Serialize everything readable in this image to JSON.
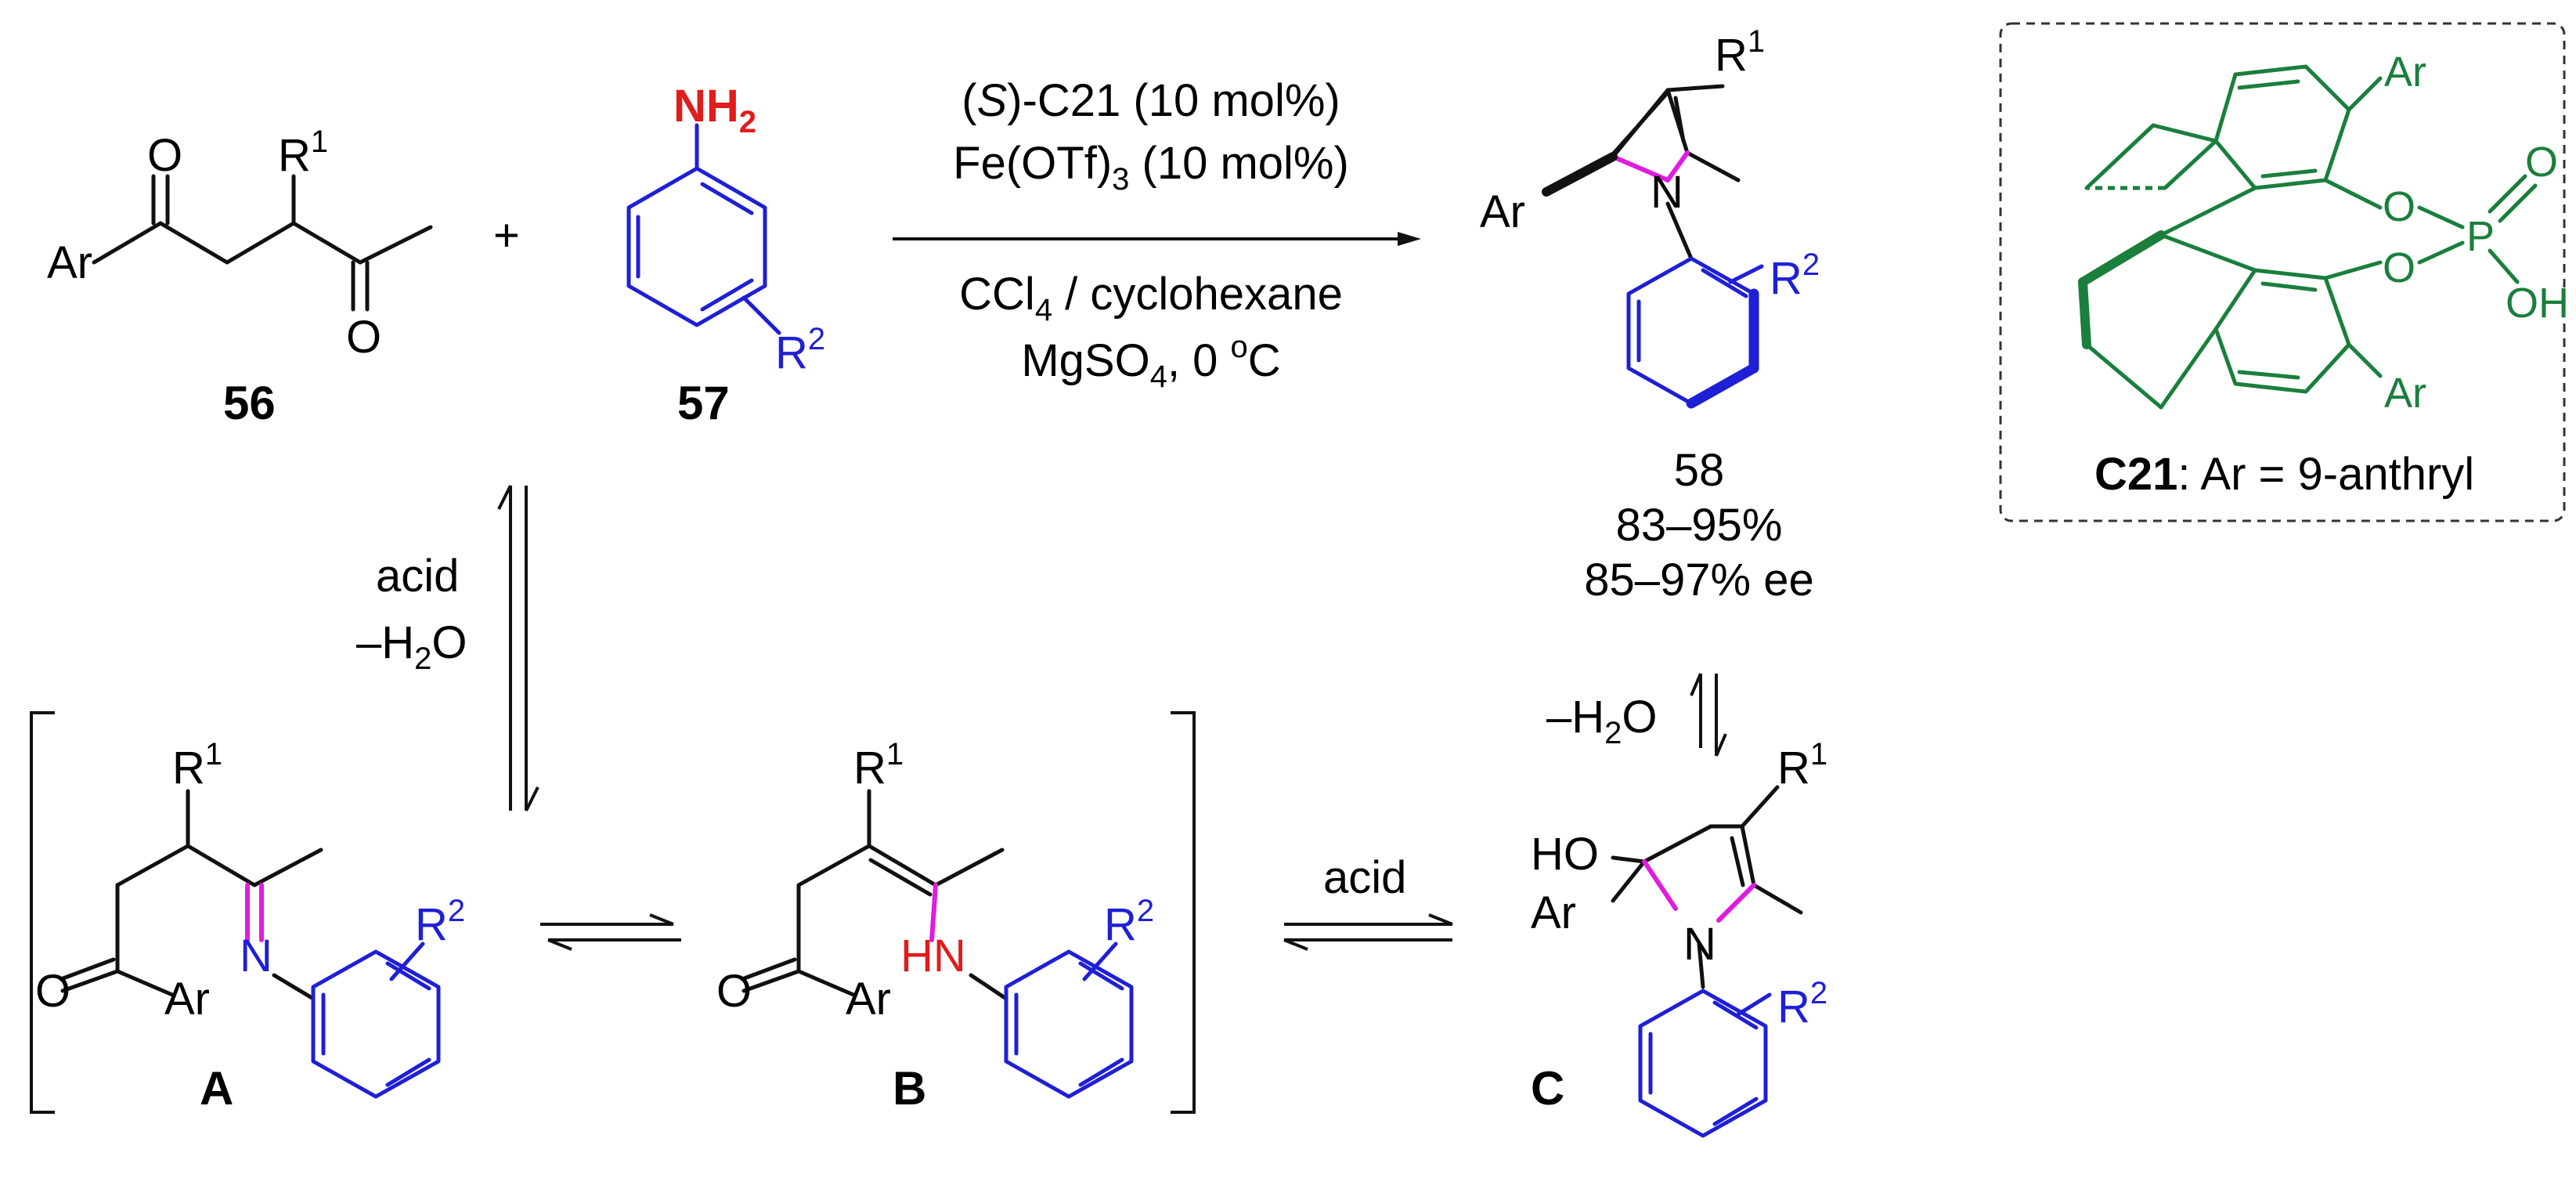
{
  "compounds": {
    "c56": {
      "label": "56",
      "ar": "Ar",
      "r1": "R",
      "r1_sup": "1",
      "oxygen": "O"
    },
    "c57": {
      "label": "57",
      "nh2": "NH",
      "nh2_sub": "2",
      "r2": "R",
      "r2_sup": "2"
    },
    "c58": {
      "label": "58",
      "yield": "83–95%",
      "ee": "85–97% ee",
      "ar": "Ar",
      "n": "N",
      "r1": "R",
      "r1_sup": "1",
      "r2": "R",
      "r2_sup": "2"
    },
    "intA": {
      "label": "A",
      "n": "N",
      "ar": "Ar",
      "r1": "R",
      "r1_sup": "1",
      "r2": "R",
      "r2_sup": "2",
      "oxygen": "O"
    },
    "intB": {
      "label": "B",
      "hn": "HN",
      "ar": "Ar",
      "r1": "R",
      "r1_sup": "1",
      "r2": "R",
      "r2_sup": "2",
      "oxygen": "O"
    },
    "intC": {
      "label": "C",
      "ho": "HO",
      "ar": "Ar",
      "n": "N",
      "r1": "R",
      "r1_sup": "1",
      "r2": "R",
      "r2_sup": "2"
    }
  },
  "catalyst": {
    "label_bold": "C21",
    "label_rest": ": Ar = 9-anthryl",
    "ar": "Ar",
    "o": "O",
    "p": "P",
    "oh": "OH",
    "color": "#1a7f3c",
    "border": "dashed"
  },
  "conditions": {
    "line1_open": "(",
    "line1_s": "S",
    "line1_rest": ")-C21  (10 mol%)",
    "line2_a": "Fe(OTf)",
    "line2_sub": "3",
    "line2_b": " (10 mol%)",
    "line3_a": "CCl",
    "line3_sub": "4",
    "line3_b": " / cyclohexane",
    "line4_a": "MgSO",
    "line4_sub": "4",
    "line4_b": ", 0 ",
    "line4_sup": "o",
    "line4_c": "C"
  },
  "plus": "+",
  "steps": {
    "left_acid": "acid",
    "left_water_a": "–H",
    "left_water_sub": "2",
    "left_water_b": "O",
    "right_water_a": "–H",
    "right_water_sub": "2",
    "right_water_b": "O",
    "bc_acid": "acid"
  },
  "colors": {
    "aniline": "#1f1fd6",
    "new_bonds": "#e01ce0",
    "amine_n": "#e01c1c",
    "catalyst": "#1a7f3c"
  }
}
